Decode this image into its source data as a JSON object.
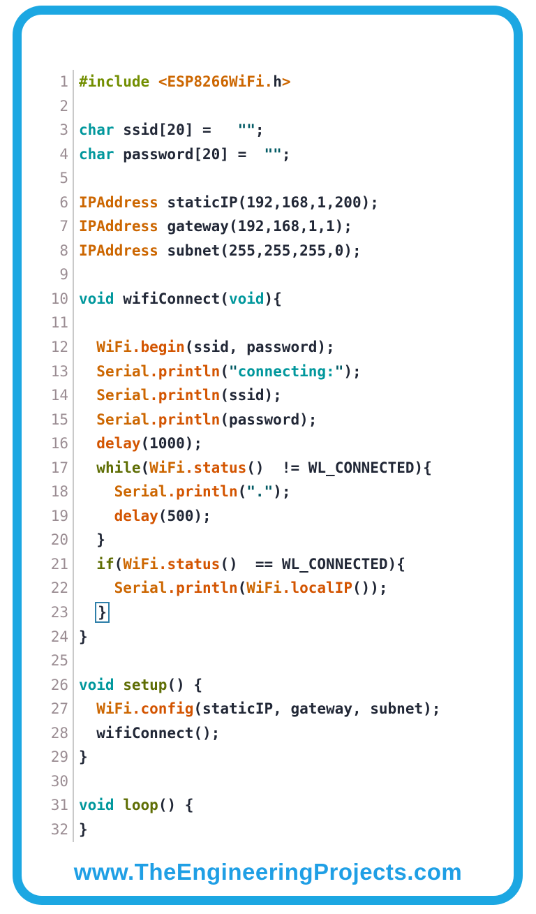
{
  "frame": {
    "border_color": "#1CA7E2",
    "background": "#FFFFFF"
  },
  "watermark": {
    "text": "www.TheEngineeringProjects.com",
    "color": "#1F9FE5"
  },
  "editor": {
    "language": "arduino-cpp",
    "line_number_color": "#9A8C92",
    "separator_color": "#C9C9C9",
    "caret_box_color": "#2E7FA9",
    "token_colors": {
      "pre": "#728E00",
      "kw": "#5E6D03",
      "type": "#00979C",
      "cls": "#CC6600",
      "inc": "#CC6600",
      "fn": "#D35400",
      "str": "#00979C",
      "q": "#055C66",
      "plain": "#212736",
      "caret": "#212736"
    },
    "lines": [
      {
        "n": 1,
        "s": [
          [
            "pre",
            "#include"
          ],
          [
            "plain",
            " "
          ],
          [
            "inc",
            "<ESP8266WiFi."
          ],
          [
            "plain",
            "h"
          ],
          [
            "inc",
            ">"
          ]
        ]
      },
      {
        "n": 2,
        "s": []
      },
      {
        "n": 3,
        "s": [
          [
            "type",
            "char"
          ],
          [
            "plain",
            " ssid[20] =   "
          ],
          [
            "q",
            "\"\""
          ],
          [
            "plain",
            ";"
          ]
        ]
      },
      {
        "n": 4,
        "s": [
          [
            "type",
            "char"
          ],
          [
            "plain",
            " password[20] =  "
          ],
          [
            "q",
            "\"\""
          ],
          [
            "plain",
            ";"
          ]
        ]
      },
      {
        "n": 5,
        "s": []
      },
      {
        "n": 6,
        "s": [
          [
            "cls",
            "IPAddress"
          ],
          [
            "plain",
            " staticIP(192,168,1,200);"
          ]
        ]
      },
      {
        "n": 7,
        "s": [
          [
            "cls",
            "IPAddress"
          ],
          [
            "plain",
            " gateway(192,168,1,1);"
          ]
        ]
      },
      {
        "n": 8,
        "s": [
          [
            "cls",
            "IPAddress"
          ],
          [
            "plain",
            " subnet(255,255,255,0);"
          ]
        ]
      },
      {
        "n": 9,
        "s": []
      },
      {
        "n": 10,
        "s": [
          [
            "type",
            "void"
          ],
          [
            "plain",
            " wifiConnect("
          ],
          [
            "type",
            "void"
          ],
          [
            "plain",
            "){"
          ]
        ]
      },
      {
        "n": 11,
        "s": []
      },
      {
        "n": 12,
        "s": [
          [
            "plain",
            "  "
          ],
          [
            "cls",
            "WiFi"
          ],
          [
            "fn",
            ".begin"
          ],
          [
            "plain",
            "(ssid, password);"
          ]
        ]
      },
      {
        "n": 13,
        "s": [
          [
            "plain",
            "  "
          ],
          [
            "cls",
            "Serial"
          ],
          [
            "fn",
            ".println"
          ],
          [
            "plain",
            "("
          ],
          [
            "q",
            "\""
          ],
          [
            "str",
            "connecting:"
          ],
          [
            "q",
            "\""
          ],
          [
            "plain",
            ");"
          ]
        ]
      },
      {
        "n": 14,
        "s": [
          [
            "plain",
            "  "
          ],
          [
            "cls",
            "Serial"
          ],
          [
            "fn",
            ".println"
          ],
          [
            "plain",
            "(ssid);"
          ]
        ]
      },
      {
        "n": 15,
        "s": [
          [
            "plain",
            "  "
          ],
          [
            "cls",
            "Serial"
          ],
          [
            "fn",
            ".println"
          ],
          [
            "plain",
            "(password);"
          ]
        ]
      },
      {
        "n": 16,
        "s": [
          [
            "plain",
            "  "
          ],
          [
            "fn",
            "delay"
          ],
          [
            "plain",
            "(1000);"
          ]
        ]
      },
      {
        "n": 17,
        "s": [
          [
            "plain",
            "  "
          ],
          [
            "kw",
            "while"
          ],
          [
            "plain",
            "("
          ],
          [
            "cls",
            "WiFi"
          ],
          [
            "fn",
            ".status"
          ],
          [
            "plain",
            "()  != WL_CONNECTED){"
          ]
        ]
      },
      {
        "n": 18,
        "s": [
          [
            "plain",
            "    "
          ],
          [
            "cls",
            "Serial"
          ],
          [
            "fn",
            ".println"
          ],
          [
            "plain",
            "("
          ],
          [
            "q",
            "\".\""
          ],
          [
            "plain",
            ");"
          ]
        ]
      },
      {
        "n": 19,
        "s": [
          [
            "plain",
            "    "
          ],
          [
            "fn",
            "delay"
          ],
          [
            "plain",
            "(500);"
          ]
        ]
      },
      {
        "n": 20,
        "s": [
          [
            "plain",
            "  }"
          ]
        ]
      },
      {
        "n": 21,
        "s": [
          [
            "plain",
            "  "
          ],
          [
            "kw",
            "if"
          ],
          [
            "plain",
            "("
          ],
          [
            "cls",
            "WiFi"
          ],
          [
            "fn",
            ".status"
          ],
          [
            "plain",
            "()  == WL_CONNECTED){"
          ]
        ]
      },
      {
        "n": 22,
        "s": [
          [
            "plain",
            "    "
          ],
          [
            "cls",
            "Serial"
          ],
          [
            "fn",
            ".println"
          ],
          [
            "plain",
            "("
          ],
          [
            "cls",
            "WiFi"
          ],
          [
            "fn",
            ".localIP"
          ],
          [
            "plain",
            "());"
          ]
        ]
      },
      {
        "n": 23,
        "s": [
          [
            "plain",
            "  "
          ],
          [
            "caret",
            "}"
          ]
        ]
      },
      {
        "n": 24,
        "s": [
          [
            "plain",
            "}"
          ]
        ]
      },
      {
        "n": 25,
        "s": []
      },
      {
        "n": 26,
        "s": [
          [
            "type",
            "void"
          ],
          [
            "plain",
            " "
          ],
          [
            "kw",
            "setup"
          ],
          [
            "plain",
            "() {"
          ]
        ]
      },
      {
        "n": 27,
        "s": [
          [
            "plain",
            "  "
          ],
          [
            "cls",
            "WiFi"
          ],
          [
            "fn",
            ".config"
          ],
          [
            "plain",
            "(staticIP, gateway, subnet);"
          ]
        ]
      },
      {
        "n": 28,
        "s": [
          [
            "plain",
            "  wifiConnect();"
          ]
        ]
      },
      {
        "n": 29,
        "s": [
          [
            "plain",
            "}"
          ]
        ]
      },
      {
        "n": 30,
        "s": []
      },
      {
        "n": 31,
        "s": [
          [
            "type",
            "void"
          ],
          [
            "plain",
            " "
          ],
          [
            "kw",
            "loop"
          ],
          [
            "plain",
            "() {"
          ]
        ]
      },
      {
        "n": 32,
        "s": [
          [
            "plain",
            "}"
          ]
        ]
      }
    ]
  }
}
